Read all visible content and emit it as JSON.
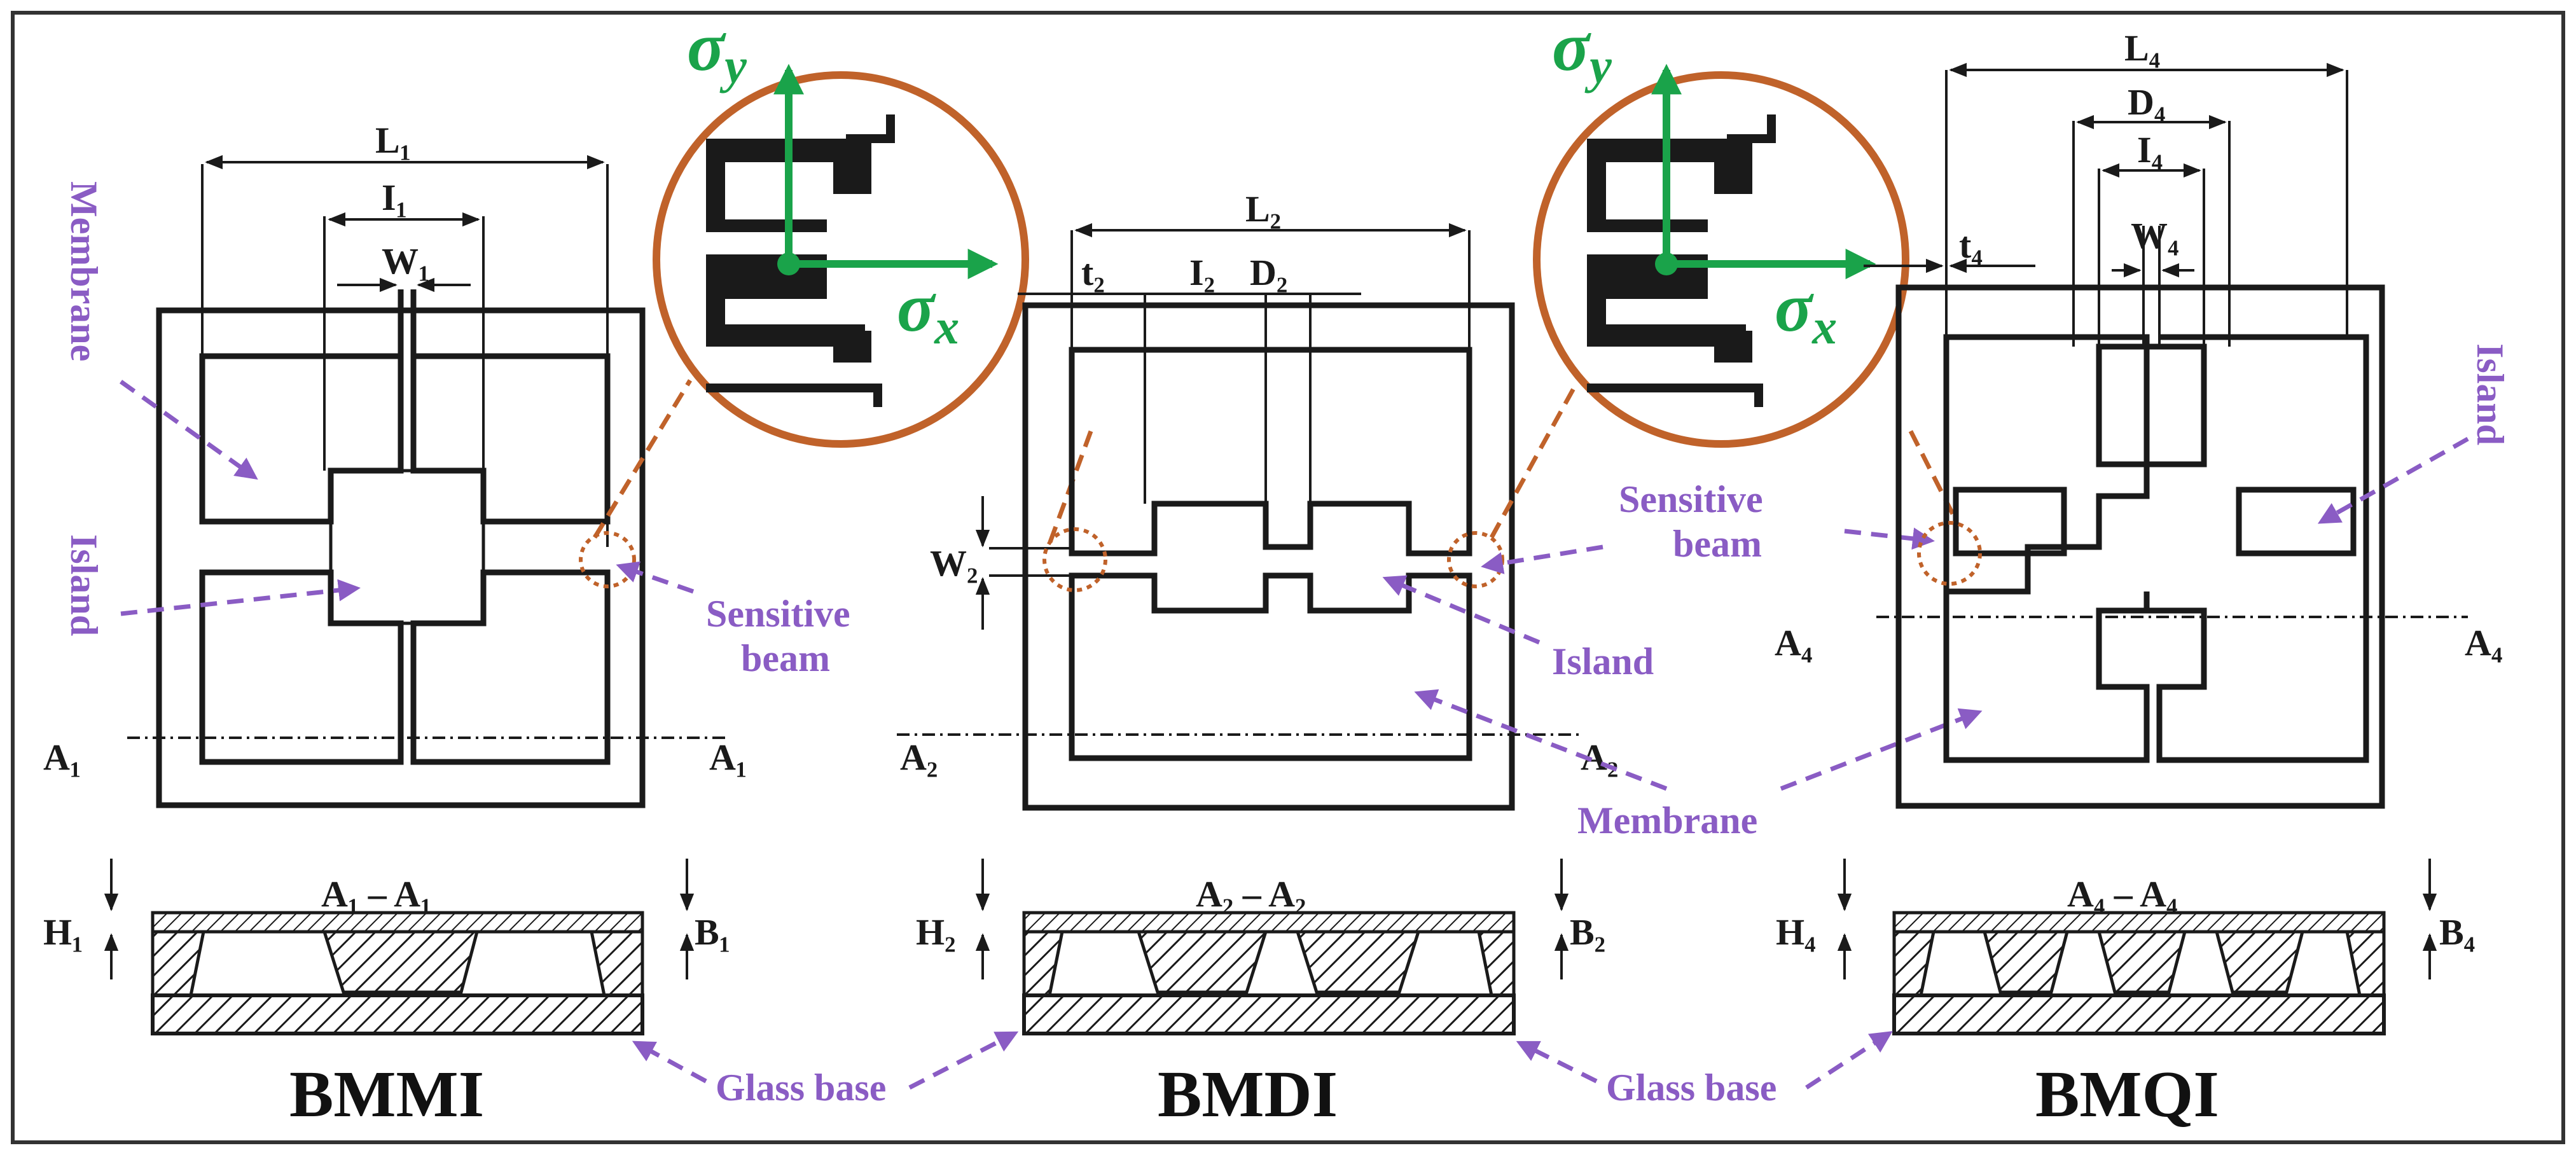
{
  "structures": [
    {
      "name": "BMMI",
      "dims": {
        "L": "L₁",
        "I": "I₁",
        "W": "W₁"
      },
      "section": {
        "label": "A₁ – A₁",
        "left_tag": "A₁",
        "right_tag": "A₁",
        "H": "H₁",
        "B": "B₁"
      }
    },
    {
      "name": "BMDI",
      "dims": {
        "L": "L₂",
        "t": "t₂",
        "I": "I₂",
        "D": "D₂",
        "W": "W₂"
      },
      "section": {
        "label": "A₂ – A₂",
        "left_tag": "A₂",
        "right_tag": "A₂",
        "H": "H₂",
        "B": "B₂"
      }
    },
    {
      "name": "BMQI",
      "dims": {
        "L": "L₄",
        "D": "D₄",
        "I": "I₄",
        "W": "W₄",
        "t": "t₄"
      },
      "section": {
        "label": "A₄ – A₄",
        "left_tag": "A₄",
        "right_tag": "A₄",
        "H": "H₄",
        "B": "B₄"
      }
    }
  ],
  "callouts": {
    "membrane": "Membrane",
    "island": "Island",
    "sensitive_beam_line1": "Sensitive",
    "sensitive_beam_line2": "beam",
    "glass_base": "Glass base"
  },
  "stress_axes": {
    "sigma": "σ",
    "y_sub": "y",
    "x_sub": "x"
  },
  "colors": {
    "callout_purple": "#8a5cc4",
    "zoom_orange": "#c0622a",
    "axis_green": "#1aa34a"
  }
}
